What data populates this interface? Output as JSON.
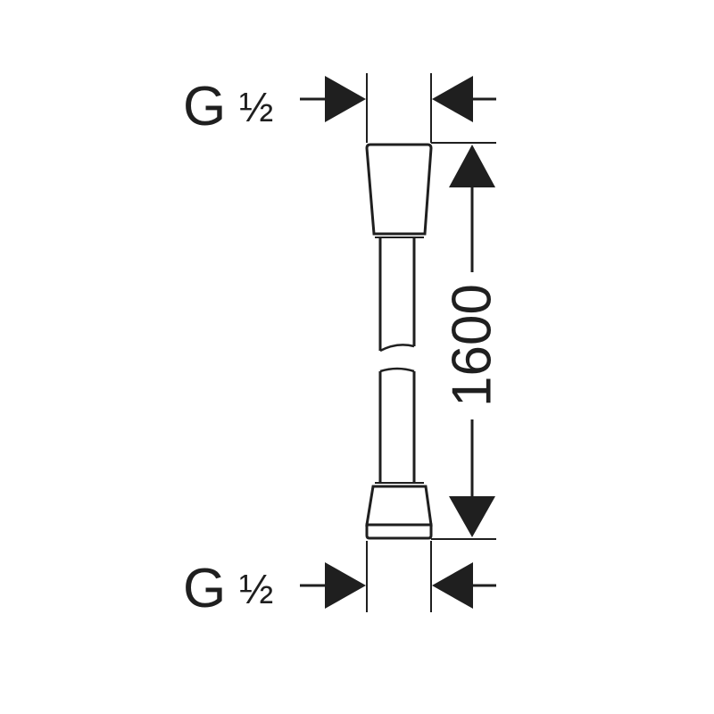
{
  "diagram": {
    "top_thread": {
      "letter": "G",
      "size": "½"
    },
    "bottom_thread": {
      "letter": "G",
      "size": "½"
    },
    "length_dimension": "1600",
    "colors": {
      "ink": "#1f1f1f",
      "background": "#ffffff"
    }
  }
}
